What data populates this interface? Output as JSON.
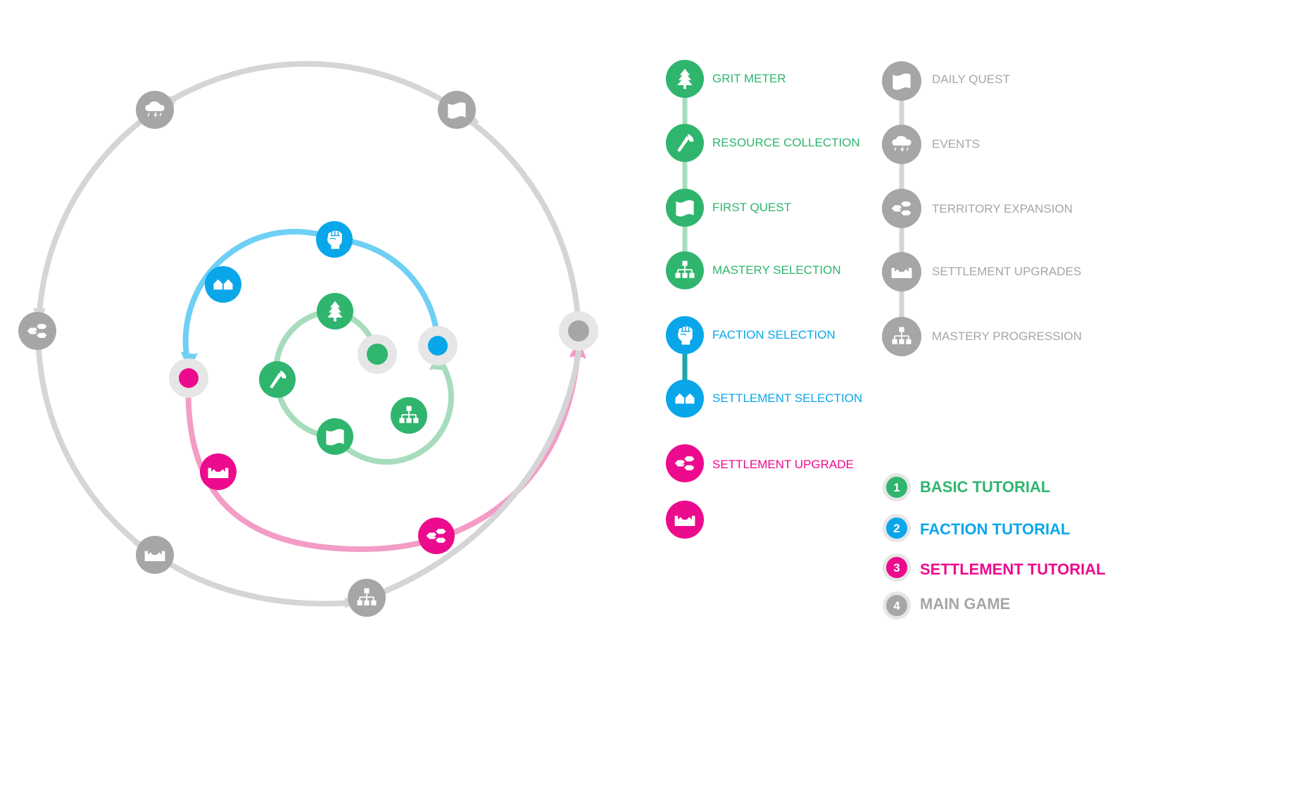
{
  "colors": {
    "green": "#2fb56e",
    "green_light": "#a7dcbd",
    "blue": "#0aa6ea",
    "blue_light": "#6fcff5",
    "pink": "#ec0b8c",
    "pink_light": "#f39cc5",
    "gray": "#a6a6a8",
    "gray_light": "#d5d5d7",
    "halo": "#e6e6e7"
  },
  "progression": [
    {
      "label": "GRIT METER",
      "icon": "tree-icon",
      "group": "green"
    },
    {
      "label": "RESOURCE COLLECTION",
      "icon": "axe-icon",
      "group": "green"
    },
    {
      "label": "FIRST QUEST",
      "icon": "map-icon",
      "group": "green"
    },
    {
      "label": "MASTERY SELECTION",
      "icon": "hierarchy-icon",
      "group": "green"
    },
    {
      "label": "FACTION SELECTION",
      "icon": "fist-icon",
      "group": "blue"
    },
    {
      "label": "SETTLEMENT SELECTION",
      "icon": "houses-icon",
      "group": "blue"
    },
    {
      "label": "SETTLEMENT UPGRADE",
      "icon": "territory-icon",
      "group": "pink"
    },
    {
      "label": "",
      "icon": "settlement-icon",
      "group": "pink"
    }
  ],
  "main_game": [
    {
      "label": "DAILY QUEST",
      "icon": "map-icon"
    },
    {
      "label": "EVENTS",
      "icon": "storm-icon"
    },
    {
      "label": "TERRITORY EXPANSION",
      "icon": "territory-icon"
    },
    {
      "label": "SETTLEMENT UPGRADES",
      "icon": "settlement-icon"
    },
    {
      "label": "MASTERY PROGRESSION",
      "icon": "hierarchy-icon"
    }
  ],
  "legend": [
    {
      "number": "1",
      "label": "BASIC TUTORIAL",
      "group": "green"
    },
    {
      "number": "2",
      "label": "FACTION TUTORIAL",
      "group": "blue"
    },
    {
      "number": "3",
      "label": "SETTLEMENT TUTORIAL",
      "group": "pink"
    },
    {
      "number": "4",
      "label": "MAIN GAME",
      "group": "gray"
    }
  ]
}
